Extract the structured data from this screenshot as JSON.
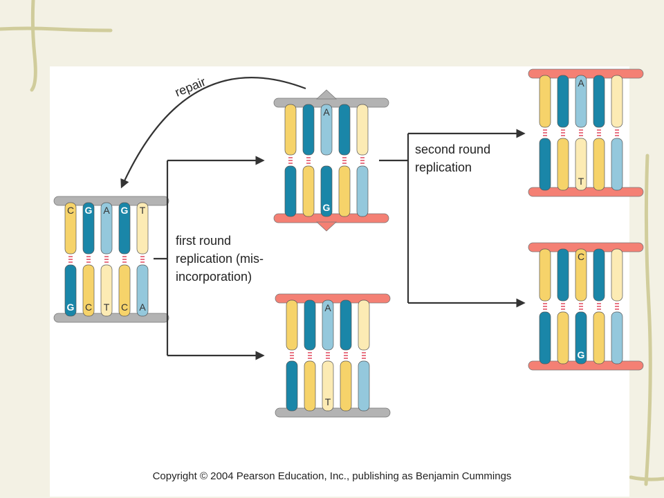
{
  "colors": {
    "yellow": "#f6d36a",
    "dark_blue": "#1a86a8",
    "light_blue": "#94c8dc",
    "cream": "#fcebb4",
    "backbone_gray": "#b3b3b3",
    "backbone_red": "#f48074",
    "hbond": "#e0465a",
    "arrow": "#333333"
  },
  "labels": {
    "repair": "repair",
    "first_round_line1": "first round",
    "first_round_line2": "replication (mis-",
    "first_round_line3": "incorporation)",
    "second_round_line1": "second round",
    "second_round_line2": "replication"
  },
  "copyright": "Copyright © 2004 Pearson Education, Inc., publishing as Benjamin Cummings",
  "molecules": [
    {
      "id": "original",
      "top_backbone": "gray",
      "bottom_backbone": "gray",
      "top": [
        {
          "color": "yellow",
          "letter": "C"
        },
        {
          "color": "dark_blue",
          "letter": "G",
          "bold": true
        },
        {
          "color": "light_blue",
          "letter": "A"
        },
        {
          "color": "dark_blue",
          "letter": "G",
          "bold": true
        },
        {
          "color": "cream",
          "letter": "T"
        }
      ],
      "bottom": [
        {
          "color": "dark_blue",
          "letter": "G",
          "bold": true
        },
        {
          "color": "yellow",
          "letter": "C"
        },
        {
          "color": "cream",
          "letter": "T"
        },
        {
          "color": "yellow",
          "letter": "C"
        },
        {
          "color": "light_blue",
          "letter": "A"
        }
      ]
    },
    {
      "id": "mismatch",
      "top_backbone": "gray",
      "bottom_backbone": "red",
      "top": [
        {
          "color": "yellow",
          "letter": ""
        },
        {
          "color": "dark_blue",
          "letter": ""
        },
        {
          "color": "light_blue",
          "letter": "A"
        },
        {
          "color": "dark_blue",
          "letter": ""
        },
        {
          "color": "cream",
          "letter": ""
        }
      ],
      "bottom": [
        {
          "color": "dark_blue",
          "letter": ""
        },
        {
          "color": "yellow",
          "letter": ""
        },
        {
          "color": "dark_blue",
          "letter": "G",
          "bold": true
        },
        {
          "color": "yellow",
          "letter": ""
        },
        {
          "color": "light_blue",
          "letter": ""
        }
      ]
    },
    {
      "id": "correct_copy",
      "top_backbone": "red",
      "bottom_backbone": "gray",
      "top": [
        {
          "color": "yellow",
          "letter": ""
        },
        {
          "color": "dark_blue",
          "letter": ""
        },
        {
          "color": "light_blue",
          "letter": "A"
        },
        {
          "color": "dark_blue",
          "letter": ""
        },
        {
          "color": "cream",
          "letter": ""
        }
      ],
      "bottom": [
        {
          "color": "dark_blue",
          "letter": ""
        },
        {
          "color": "yellow",
          "letter": ""
        },
        {
          "color": "cream",
          "letter": "T"
        },
        {
          "color": "yellow",
          "letter": ""
        },
        {
          "color": "light_blue",
          "letter": ""
        }
      ]
    },
    {
      "id": "daughter_at",
      "top_backbone": "red",
      "bottom_backbone": "red",
      "top": [
        {
          "color": "yellow",
          "letter": ""
        },
        {
          "color": "dark_blue",
          "letter": ""
        },
        {
          "color": "light_blue",
          "letter": "A"
        },
        {
          "color": "dark_blue",
          "letter": ""
        },
        {
          "color": "cream",
          "letter": ""
        }
      ],
      "bottom": [
        {
          "color": "dark_blue",
          "letter": ""
        },
        {
          "color": "yellow",
          "letter": ""
        },
        {
          "color": "cream",
          "letter": "T"
        },
        {
          "color": "yellow",
          "letter": ""
        },
        {
          "color": "light_blue",
          "letter": ""
        }
      ]
    },
    {
      "id": "daughter_cg",
      "top_backbone": "red",
      "bottom_backbone": "red",
      "top": [
        {
          "color": "yellow",
          "letter": ""
        },
        {
          "color": "dark_blue",
          "letter": ""
        },
        {
          "color": "yellow",
          "letter": "C"
        },
        {
          "color": "dark_blue",
          "letter": ""
        },
        {
          "color": "cream",
          "letter": ""
        }
      ],
      "bottom": [
        {
          "color": "dark_blue",
          "letter": ""
        },
        {
          "color": "yellow",
          "letter": ""
        },
        {
          "color": "dark_blue",
          "letter": "G",
          "bold": true
        },
        {
          "color": "yellow",
          "letter": ""
        },
        {
          "color": "light_blue",
          "letter": ""
        }
      ]
    }
  ]
}
